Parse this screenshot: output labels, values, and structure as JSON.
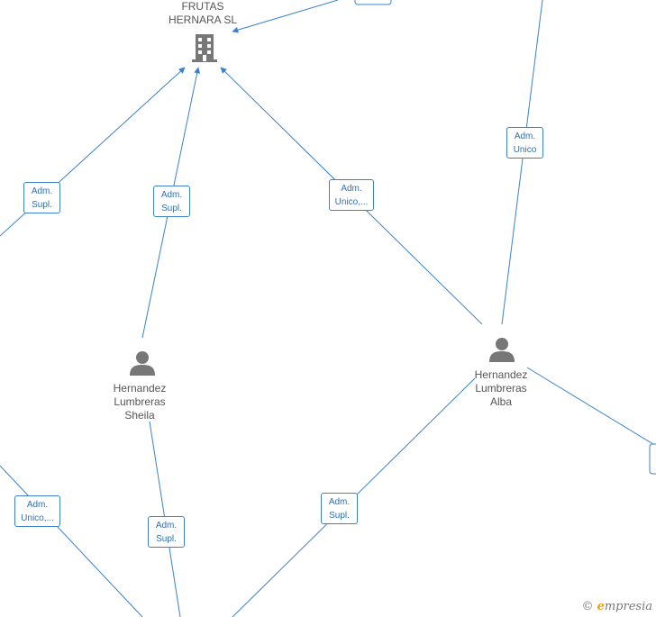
{
  "company": {
    "name_line1": "FRUTAS",
    "name_line2": "HERNARA SL",
    "icon": "building-icon"
  },
  "people": [
    {
      "id": "sheila",
      "line1": "Hernandez",
      "line2": "Lumbreras",
      "line3": "Sheila",
      "icon": "person-icon"
    },
    {
      "id": "alba",
      "line1": "Hernandez",
      "line2": "Lumbreras",
      "line3": "Alba",
      "icon": "person-icon"
    }
  ],
  "roles": [
    {
      "line1": "Adm.",
      "line2": "Supl."
    },
    {
      "line1": "Adm.",
      "line2": "Supl."
    },
    {
      "line1": "Adm.",
      "line2": "Unico,..."
    },
    {
      "line1": "Adm.",
      "line2": "Unico"
    },
    {
      "line1": "Adm.",
      "line2": "Unico,..."
    },
    {
      "line1": "Adm.",
      "line2": "Supl."
    },
    {
      "line1": "Adm.",
      "line2": "Supl."
    }
  ],
  "watermark": {
    "symbol": "©",
    "brand_e": "e",
    "brand_rest": "mpresia"
  },
  "colors": {
    "edge": "#3b82c8",
    "icon": "#777777",
    "label": "#555555"
  }
}
